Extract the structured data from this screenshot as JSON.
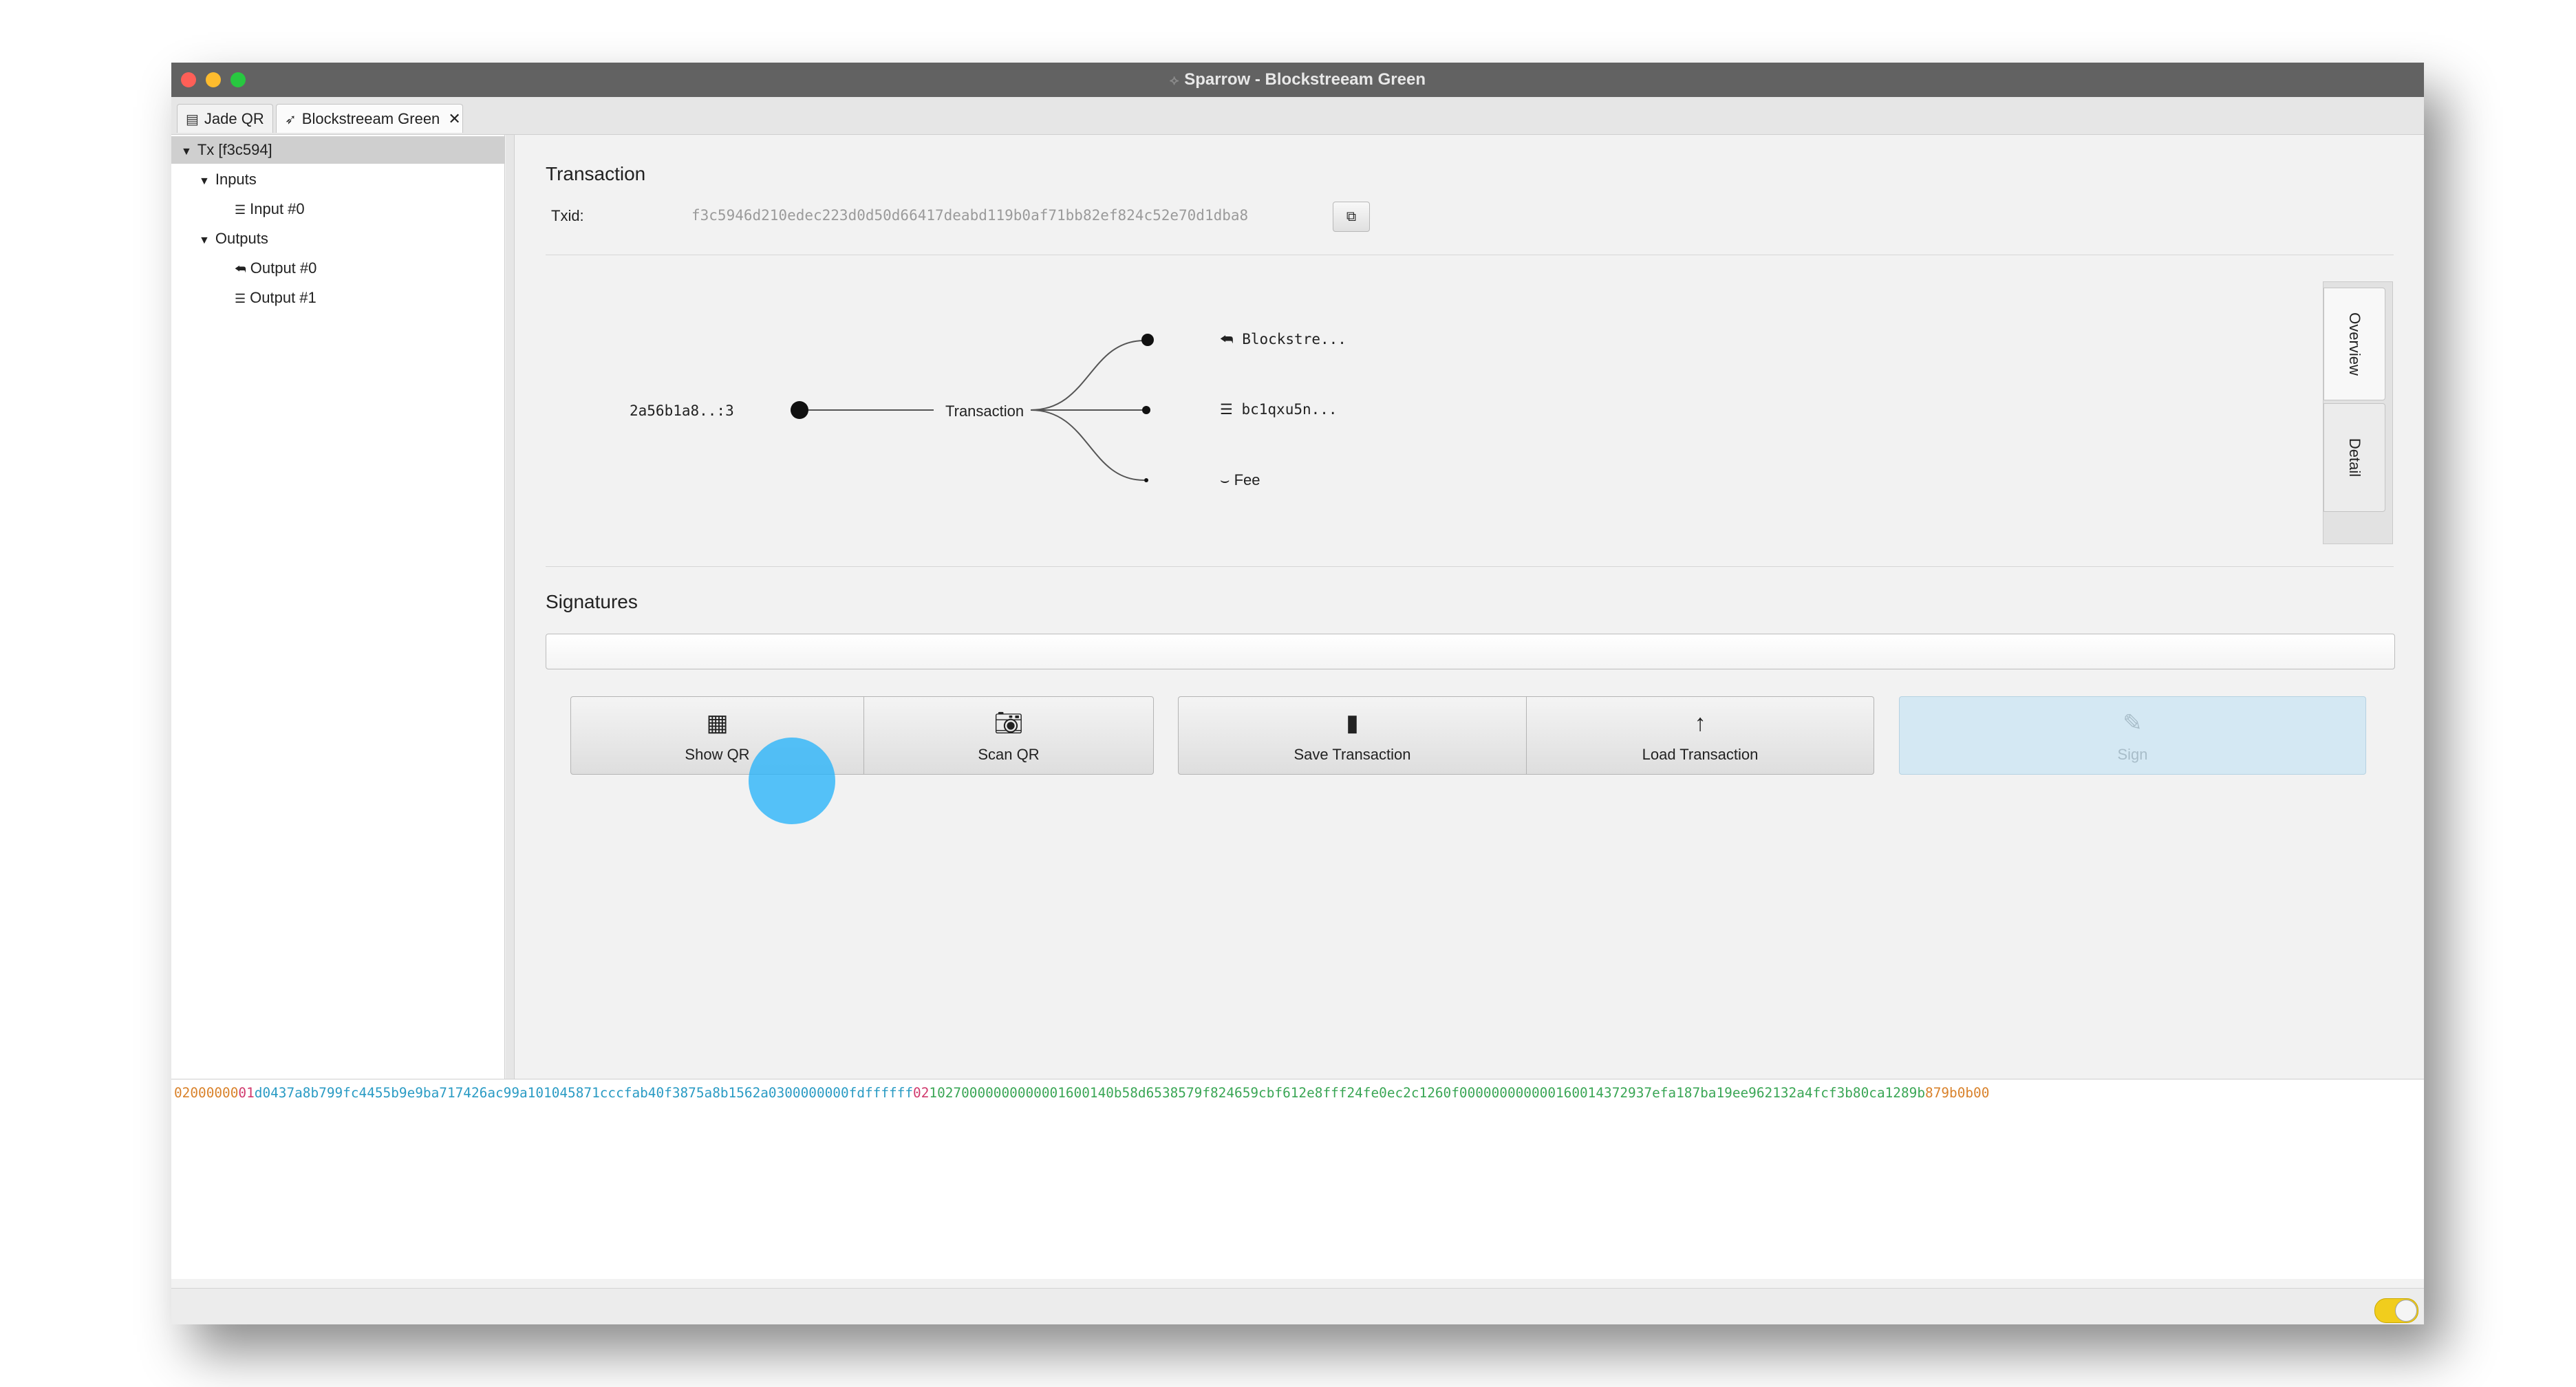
{
  "window": {
    "title": "Sparrow - Blockstreeam Green",
    "controls": {
      "close_color": "#ff5f57",
      "minimize_color": "#febc2e",
      "zoom_color": "#28c840"
    }
  },
  "tabs": [
    {
      "label": "Jade QR",
      "icon": "wallet-icon"
    },
    {
      "label": "Blockstreeam Green",
      "icon": "send-icon",
      "close": "✕"
    }
  ],
  "tree": {
    "root": "Tx [f3c594]",
    "inputs_label": "Inputs",
    "input0": "Input #0",
    "outputs_label": "Outputs",
    "output0": "Output #0",
    "output1": "Output #1"
  },
  "transaction": {
    "heading": "Transaction",
    "txid_label": "Txid:",
    "txid": "f3c5946d210edec223d0d50d66417deabd119b0af71bb82ef824c52e70d1dba8"
  },
  "diagram": {
    "input_label": "2a56b1a8..:3",
    "center_label": "Transaction",
    "out0_label": "Blockstre...",
    "out1_label": "bc1qxu5n...",
    "fee_label": "Fee"
  },
  "side_tabs": {
    "overview": "Overview",
    "detail": "Detail"
  },
  "signatures": {
    "heading": "Signatures"
  },
  "buttons": {
    "show_qr": "Show QR",
    "scan_qr": "Scan QR",
    "save_transaction": "Save Transaction",
    "load_transaction": "Load Transaction",
    "sign": "Sign"
  },
  "hex": {
    "segments": [
      {
        "text": "02000000",
        "color": "#d9822b"
      },
      {
        "text": "01",
        "color": "#d13a6e"
      },
      {
        "text": "d0437a8b799fc4455b9e9ba717426ac99a101045871cccfab40f3875a8b1562a0300000000fdffffff",
        "color": "#2a9bc4"
      },
      {
        "text": "02",
        "color": "#d13a6e"
      },
      {
        "text": "10270000000000001600140b58d6538579f824659cbf612e8fff24fe0ec2c1260f000000000000160014372937efa187ba19ee962132a4fcf3b80ca1289b",
        "color": "#3aa655"
      },
      {
        "text": "879b0b00",
        "color": "#d9822b"
      }
    ]
  }
}
